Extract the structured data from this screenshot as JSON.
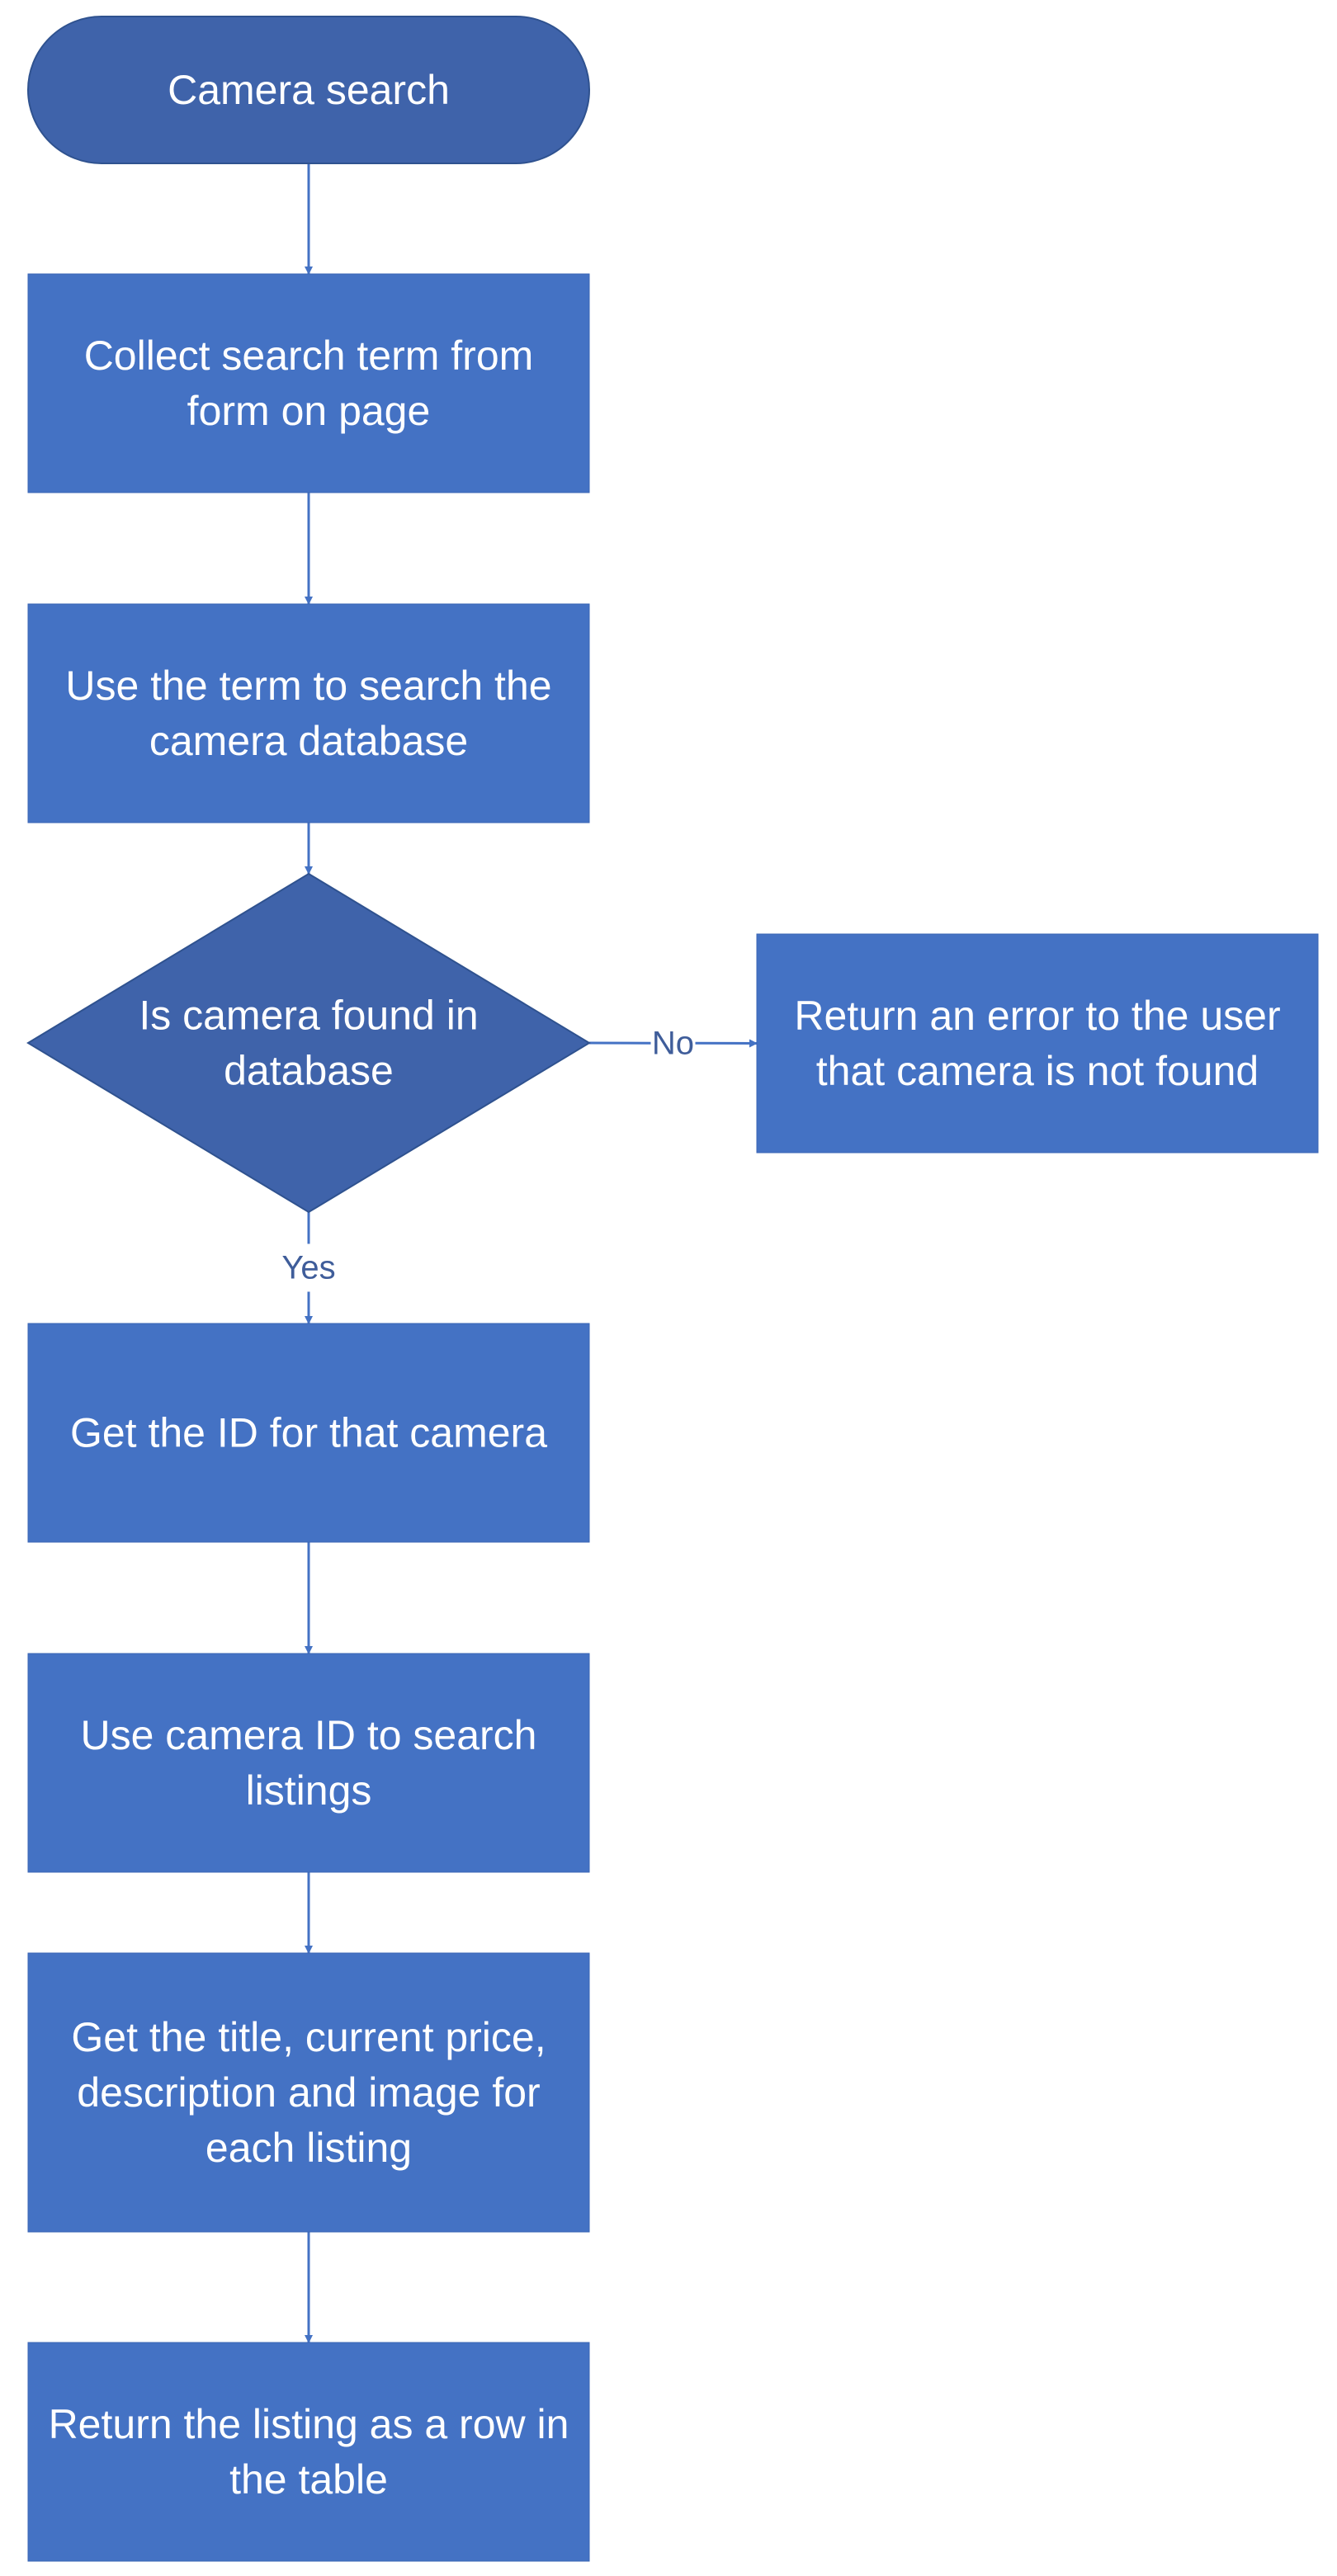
{
  "colors": {
    "box_fill": "#4472C4",
    "terminal_fill": "#3F63AA",
    "stroke": "#2F528F",
    "text": "#FFFFFF",
    "connector": "#4472C4",
    "edge_label": "#3F5D9A"
  },
  "nodes": [
    {
      "id": "start",
      "shape": "terminal",
      "lines": [
        "Camera search"
      ]
    },
    {
      "id": "collect",
      "shape": "process",
      "lines": [
        "Collect search term from",
        "form on page"
      ]
    },
    {
      "id": "search_db",
      "shape": "process",
      "lines": [
        "Use the term to search the",
        "camera database"
      ]
    },
    {
      "id": "decision",
      "shape": "decision",
      "lines": [
        "Is camera found in",
        "database"
      ]
    },
    {
      "id": "error",
      "shape": "process",
      "lines": [
        "Return an error to the user",
        "that camera is not found"
      ]
    },
    {
      "id": "get_id",
      "shape": "process",
      "lines": [
        "Get the ID for that camera"
      ]
    },
    {
      "id": "search_listings",
      "shape": "process",
      "lines": [
        "Use camera ID to search",
        "listings"
      ]
    },
    {
      "id": "get_details",
      "shape": "process",
      "lines": [
        "Get the title, current price,",
        "description and image for",
        "each listing"
      ]
    },
    {
      "id": "return_row",
      "shape": "process",
      "lines": [
        "Return the listing as a row in",
        "the table"
      ]
    }
  ],
  "edges": [
    {
      "from": "start",
      "to": "collect",
      "label": ""
    },
    {
      "from": "collect",
      "to": "search_db",
      "label": ""
    },
    {
      "from": "search_db",
      "to": "decision",
      "label": ""
    },
    {
      "from": "decision",
      "to": "error",
      "label": "No"
    },
    {
      "from": "decision",
      "to": "get_id",
      "label": "Yes"
    },
    {
      "from": "get_id",
      "to": "search_listings",
      "label": ""
    },
    {
      "from": "search_listings",
      "to": "get_details",
      "label": ""
    },
    {
      "from": "get_details",
      "to": "return_row",
      "label": ""
    }
  ]
}
